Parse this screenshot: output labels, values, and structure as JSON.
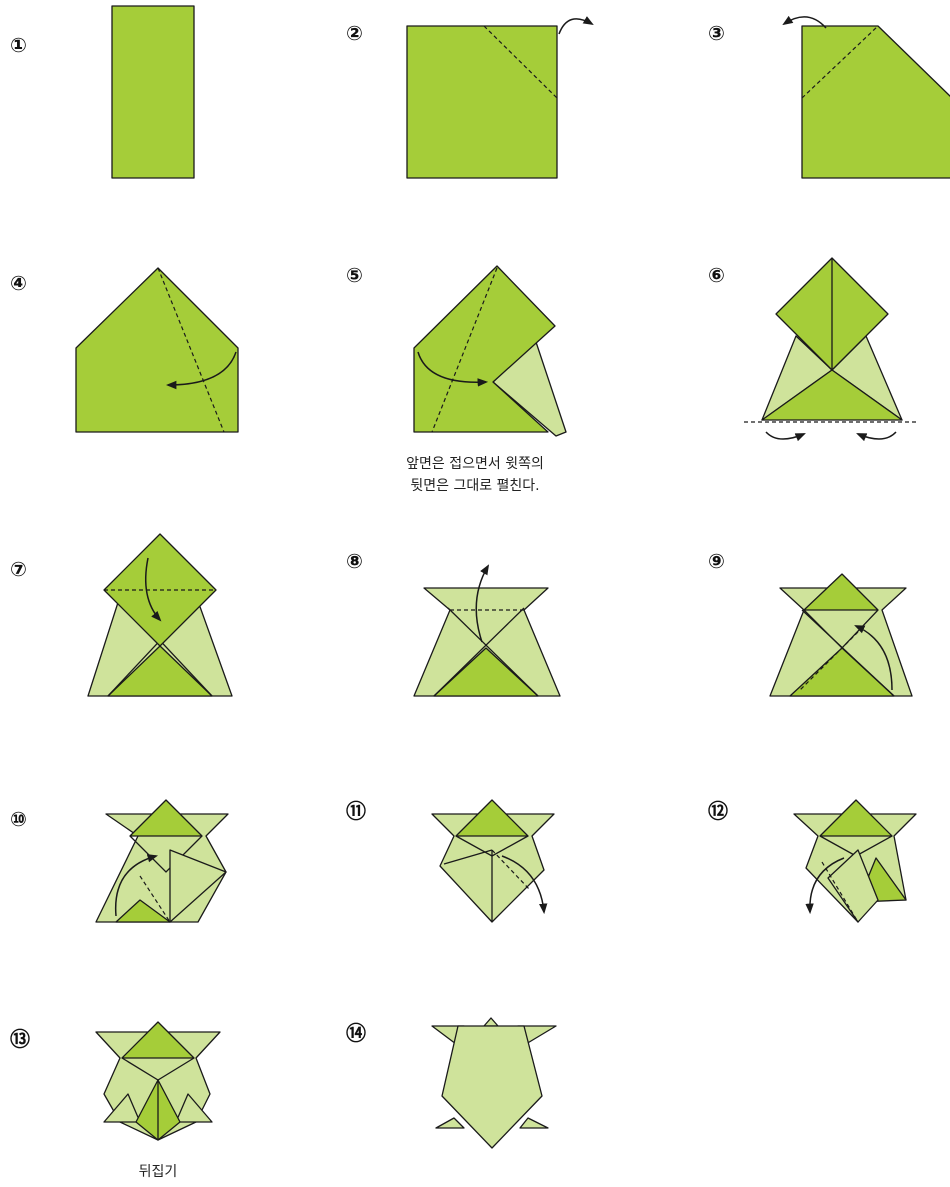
{
  "steps": [
    {
      "number": "①"
    },
    {
      "number": "②"
    },
    {
      "number": "③"
    },
    {
      "number": "④"
    },
    {
      "number": "⑤",
      "caption_line1": "앞면은 접으면서 윗쪽의",
      "caption_line2": "뒷면은 그대로 펼친다."
    },
    {
      "number": "⑥"
    },
    {
      "number": "⑦"
    },
    {
      "number": "⑧"
    },
    {
      "number": "⑨"
    },
    {
      "number": "⑩"
    },
    {
      "number": "⑪"
    },
    {
      "number": "⑫"
    },
    {
      "number": "⑬",
      "caption_line1": "뒤집기"
    },
    {
      "number": "⑭"
    }
  ],
  "colors": {
    "paper_front": "#a5cd39",
    "paper_back": "#cfe39b",
    "line": "#1a1a1a"
  }
}
